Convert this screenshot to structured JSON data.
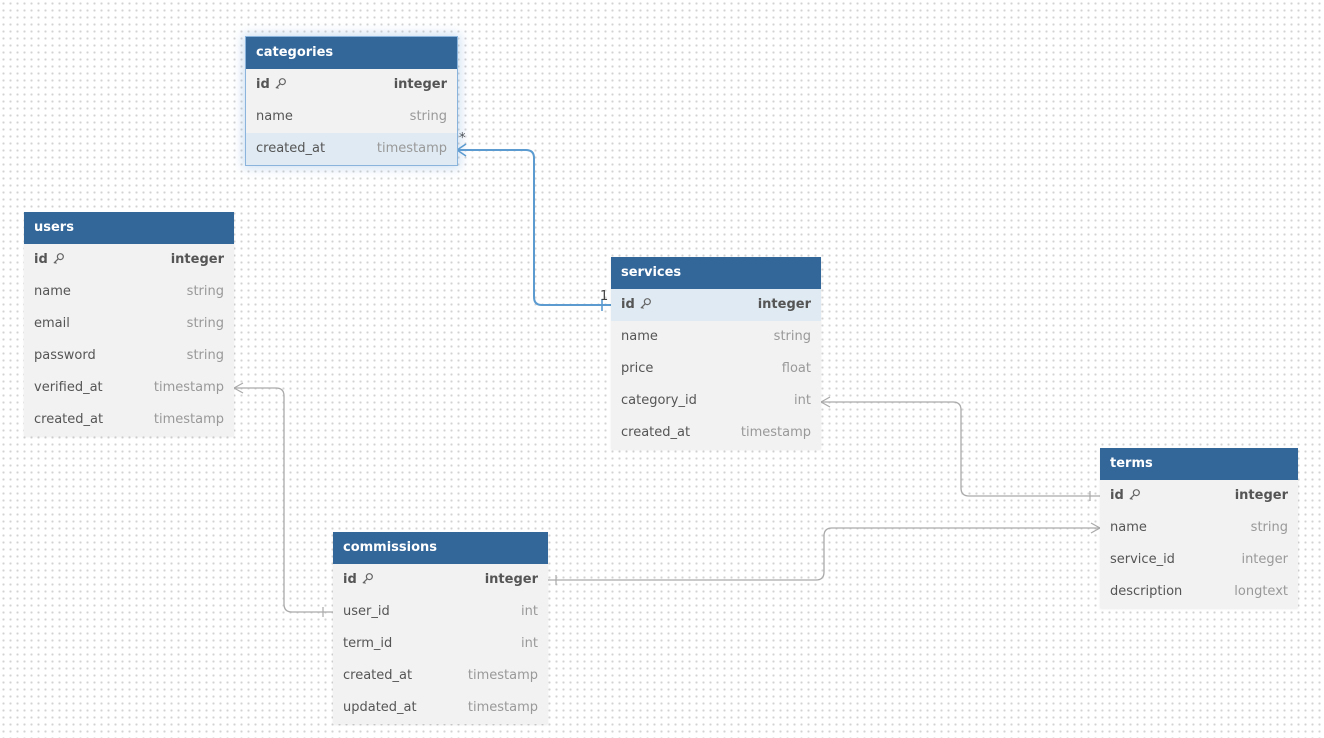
{
  "diagram": {
    "tables": {
      "categories": {
        "title": "categories",
        "columns": [
          {
            "name": "id",
            "type": "integer"
          },
          {
            "name": "name",
            "type": "string"
          },
          {
            "name": "created_at",
            "type": "timestamp"
          }
        ]
      },
      "users": {
        "title": "users",
        "columns": [
          {
            "name": "id",
            "type": "integer"
          },
          {
            "name": "name",
            "type": "string"
          },
          {
            "name": "email",
            "type": "string"
          },
          {
            "name": "password",
            "type": "string"
          },
          {
            "name": "verified_at",
            "type": "timestamp"
          },
          {
            "name": "created_at",
            "type": "timestamp"
          }
        ]
      },
      "services": {
        "title": "services",
        "columns": [
          {
            "name": "id",
            "type": "integer"
          },
          {
            "name": "name",
            "type": "string"
          },
          {
            "name": "price",
            "type": "float"
          },
          {
            "name": "category_id",
            "type": "int"
          },
          {
            "name": "created_at",
            "type": "timestamp"
          }
        ]
      },
      "terms": {
        "title": "terms",
        "columns": [
          {
            "name": "id",
            "type": "integer"
          },
          {
            "name": "name",
            "type": "string"
          },
          {
            "name": "service_id",
            "type": "integer"
          },
          {
            "name": "description",
            "type": "longtext"
          }
        ]
      },
      "commissions": {
        "title": "commissions",
        "columns": [
          {
            "name": "id",
            "type": "integer"
          },
          {
            "name": "user_id",
            "type": "int"
          },
          {
            "name": "term_id",
            "type": "int"
          },
          {
            "name": "created_at",
            "type": "timestamp"
          },
          {
            "name": "updated_at",
            "type": "timestamp"
          }
        ]
      }
    },
    "relationship_labels": {
      "many": "*",
      "one": "1"
    },
    "colors": {
      "header": "#336699",
      "selected_edge": "#5b9bd0",
      "edge": "#aaaaaa"
    },
    "icons": {
      "primary_key": "key-icon"
    }
  }
}
